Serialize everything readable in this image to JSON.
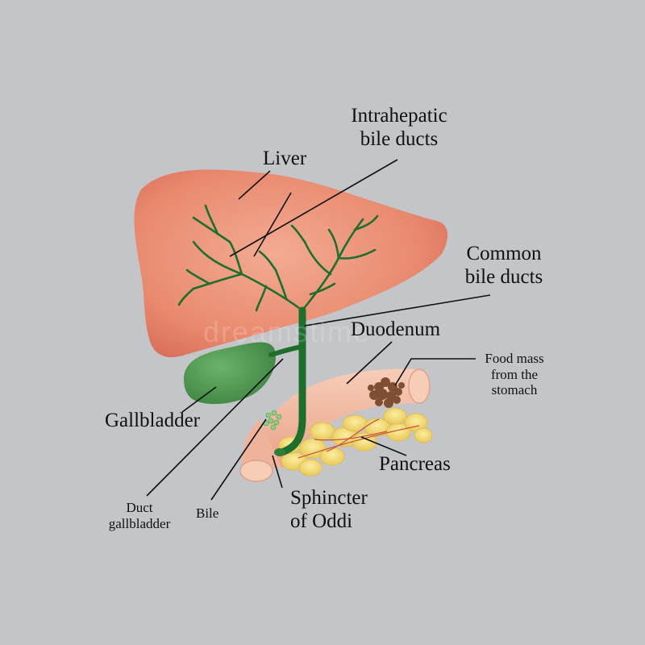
{
  "labels": {
    "intrahepatic": {
      "line1": "Intrahepatic",
      "line2": "bile ducts"
    },
    "liver": "Liver",
    "common": {
      "line1": "Common",
      "line2": "bile ducts"
    },
    "duodenum": "Duodenum",
    "food": {
      "line1": "Food mass",
      "line2": "from the",
      "line3": "stomach"
    },
    "gallbladder": "Gallbladder",
    "pancreas": "Pancreas",
    "duct": {
      "line1": "Duct",
      "line2": "gallbladder"
    },
    "bile": "Bile",
    "sphincter": {
      "line1": "Sphincter",
      "line2": "of Oddi"
    }
  },
  "watermark": "dreamstime",
  "colors": {
    "background": "#c4c5c9",
    "liver": "#e8846c",
    "liver_highlight": "#f0a58c",
    "gallbladder": "#4e9a4e",
    "bile_duct": "#1e6e2e",
    "duodenum": "#f2b8a0",
    "pancreas": "#f3dd7a",
    "food_mass": "#8b5a3c",
    "leader_line": "#111111"
  }
}
